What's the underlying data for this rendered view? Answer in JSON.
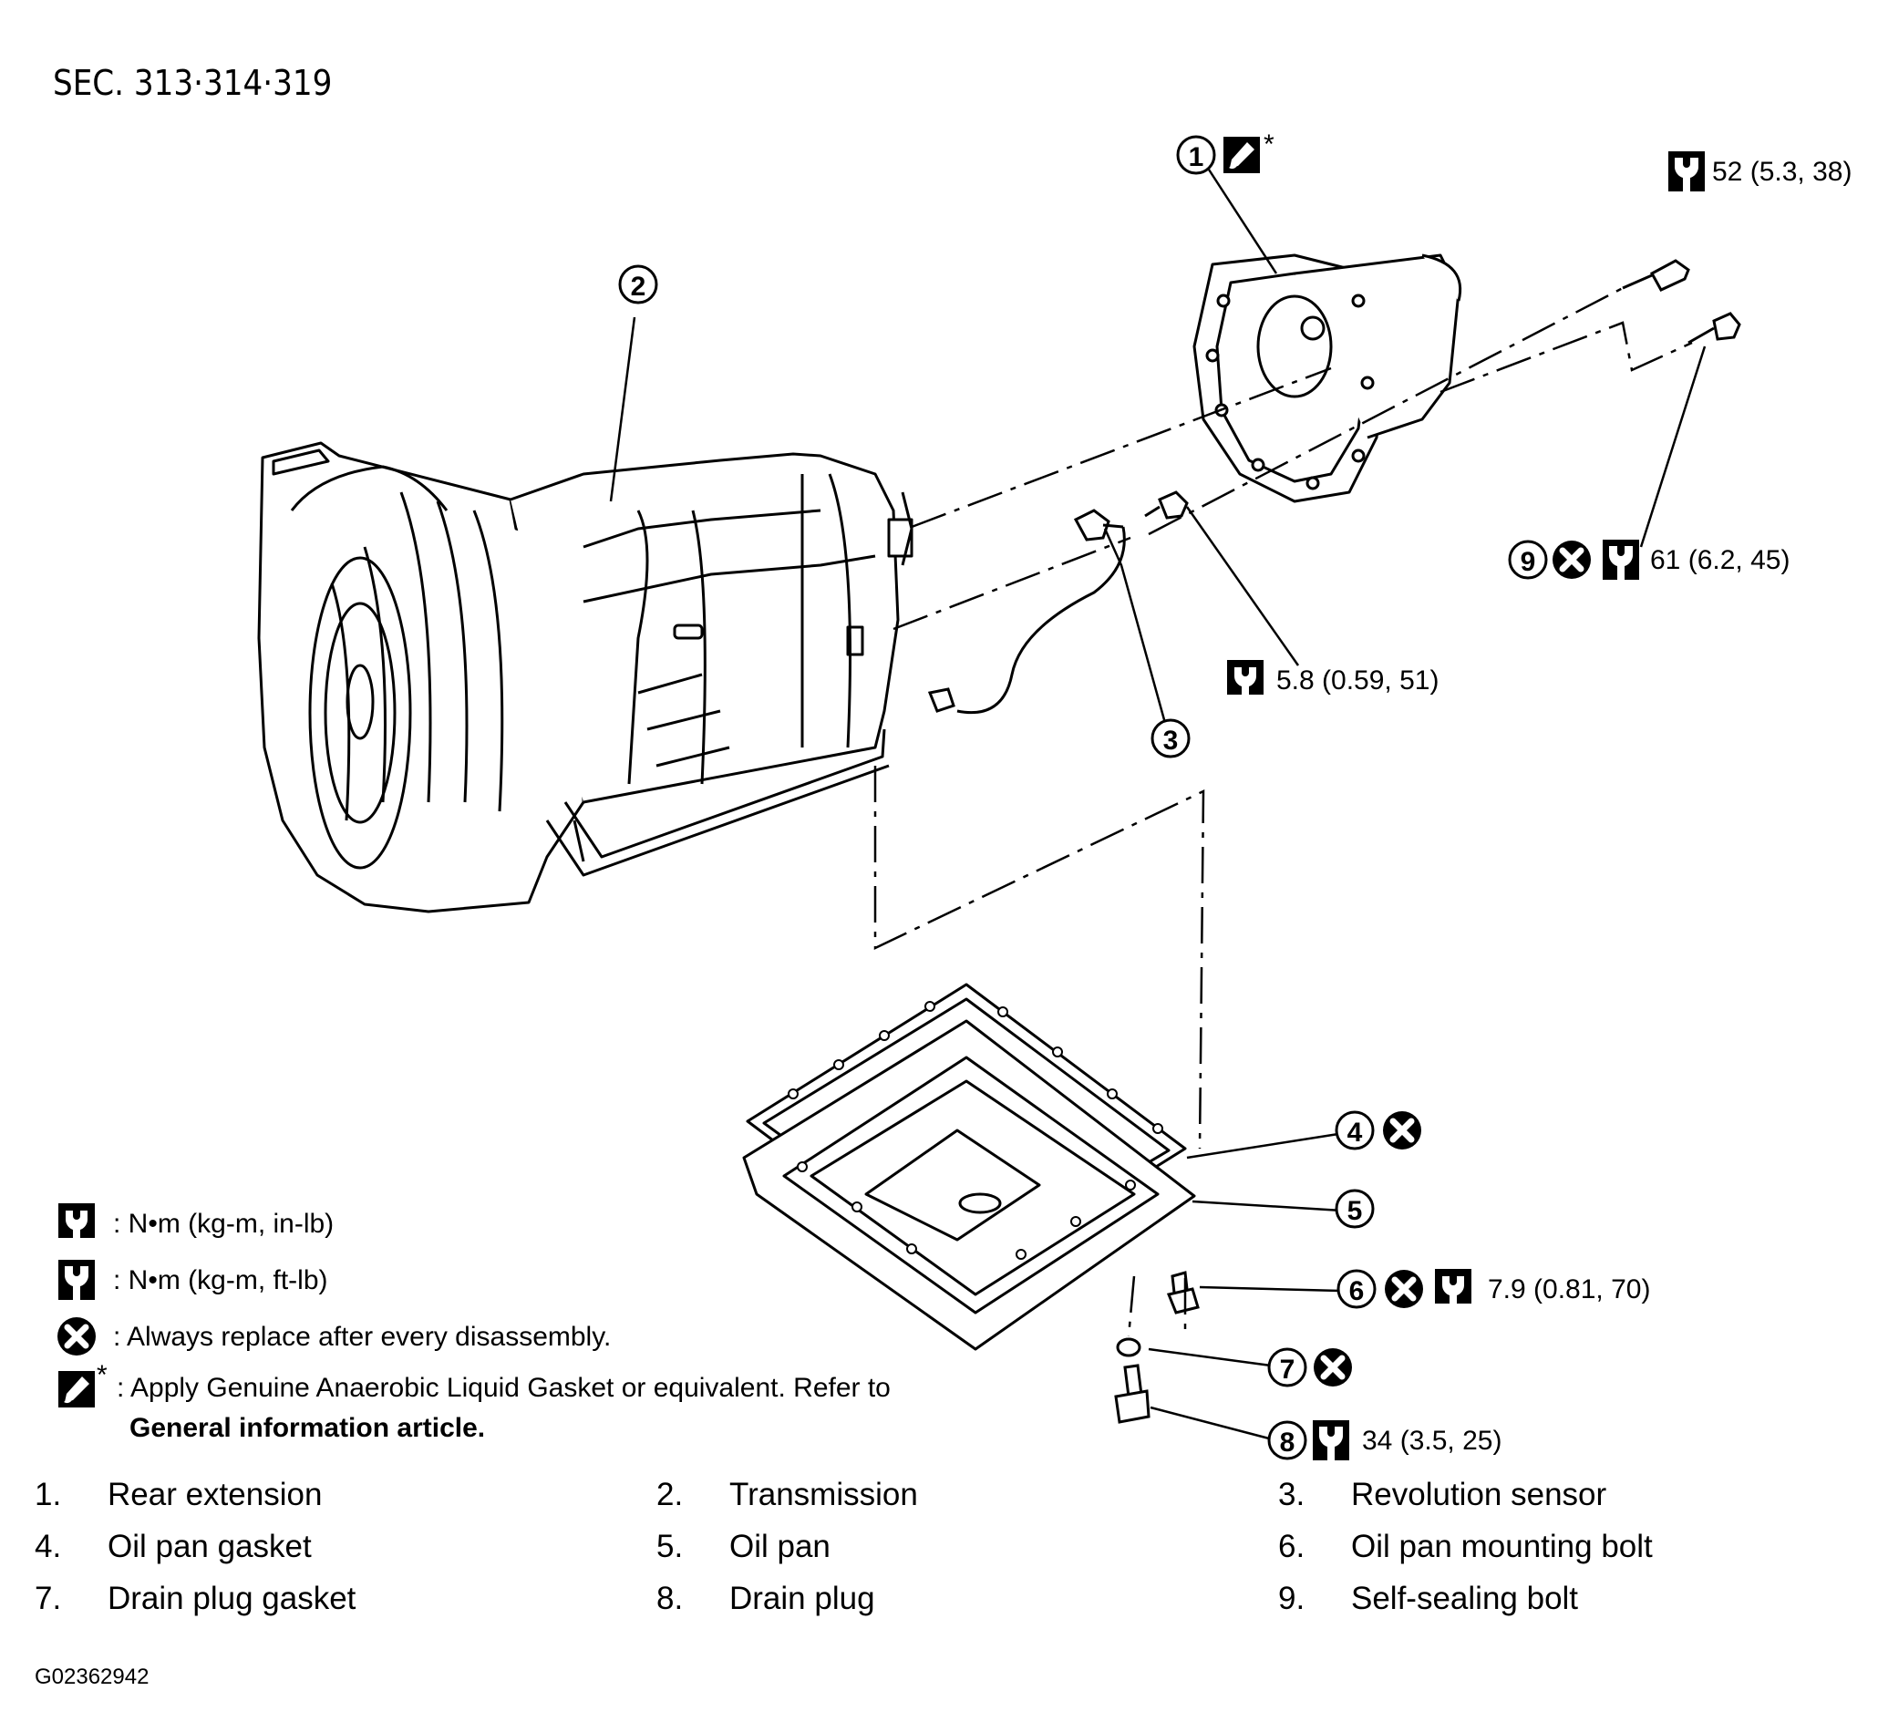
{
  "section_label": "SEC. 313·314·319",
  "callouts": [
    {
      "id": "1",
      "symbols": [
        "liquid-gasket-icon"
      ],
      "asterisk": "*",
      "torque": ""
    },
    {
      "id": "2",
      "symbols": [],
      "torque": ""
    },
    {
      "id": "3",
      "symbols": [],
      "torque": ""
    },
    {
      "id": "4",
      "symbols": [
        "always-replace-icon"
      ],
      "torque": ""
    },
    {
      "id": "5",
      "symbols": [],
      "torque": ""
    },
    {
      "id": "6",
      "symbols": [
        "always-replace-icon",
        "torque-inlb-icon"
      ],
      "torque": "7.9 (0.81, 70)"
    },
    {
      "id": "7",
      "symbols": [
        "always-replace-icon"
      ],
      "torque": ""
    },
    {
      "id": "8",
      "symbols": [
        "torque-ftlb-icon"
      ],
      "torque": "34 (3.5, 25)"
    },
    {
      "id": "9",
      "symbols": [
        "always-replace-icon",
        "torque-ftlb-icon"
      ],
      "torque": "61 (6.2, 45)"
    }
  ],
  "torque_notes": {
    "rear_bolt": "52 (5.3, 38)",
    "sensor_bolt": "5.8 (0.59, 51)"
  },
  "symbol_key": {
    "inlb": ": N•m  (kg-m,  in-lb)",
    "ftlb": ": N•m  (kg-m,  ft-lb)",
    "replace": ": Always replace after every disassembly.",
    "gasket_line1": ": Apply Genuine Anaerobic Liquid Gasket or equivalent. Refer to",
    "gasket_line2": "General information article.",
    "asterisk": "*"
  },
  "parts_legend": [
    {
      "num": "1.",
      "name": "Rear extension"
    },
    {
      "num": "2.",
      "name": "Transmission"
    },
    {
      "num": "3.",
      "name": "Revolution sensor"
    },
    {
      "num": "4.",
      "name": "Oil pan gasket"
    },
    {
      "num": "5.",
      "name": "Oil pan"
    },
    {
      "num": "6.",
      "name": "Oil pan mounting bolt"
    },
    {
      "num": "7.",
      "name": "Drain plug gasket"
    },
    {
      "num": "8.",
      "name": "Drain plug"
    },
    {
      "num": "9.",
      "name": "Self-sealing bolt"
    }
  ],
  "figure_id": "G02362942",
  "colors": {
    "ink": "#000000",
    "paper": "#ffffff"
  }
}
